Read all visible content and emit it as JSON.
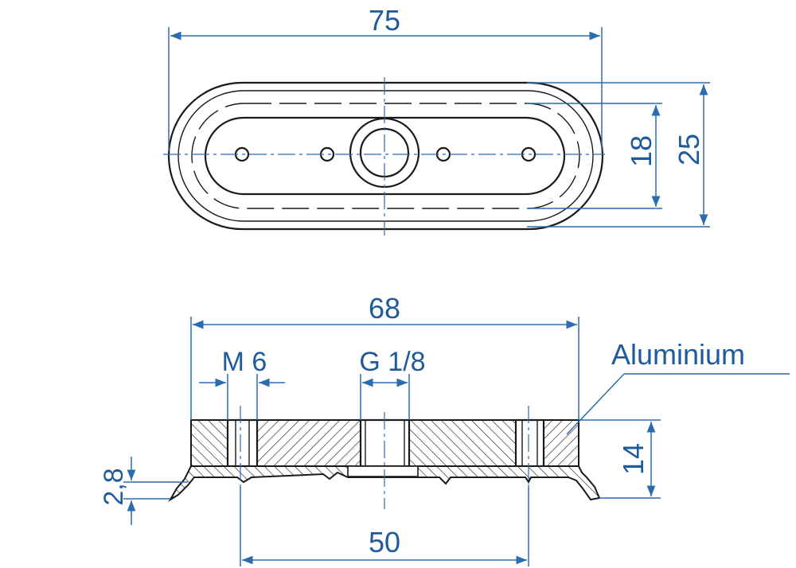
{
  "top_view": {
    "dimensions": {
      "overall_length": "75",
      "inner_width": "18",
      "overall_width": "25"
    }
  },
  "section_view": {
    "dimensions": {
      "base_length": "68",
      "hole_spacing": "50",
      "height": "14",
      "lip": "2,8"
    },
    "thread_labels": {
      "side_thread": "M 6",
      "center_thread": "G 1/8"
    },
    "material_label": "Aluminium"
  },
  "colors": {
    "dimension": "#2b6cb0",
    "text": "#1f5a9a",
    "outline": "#1a1a1a"
  }
}
